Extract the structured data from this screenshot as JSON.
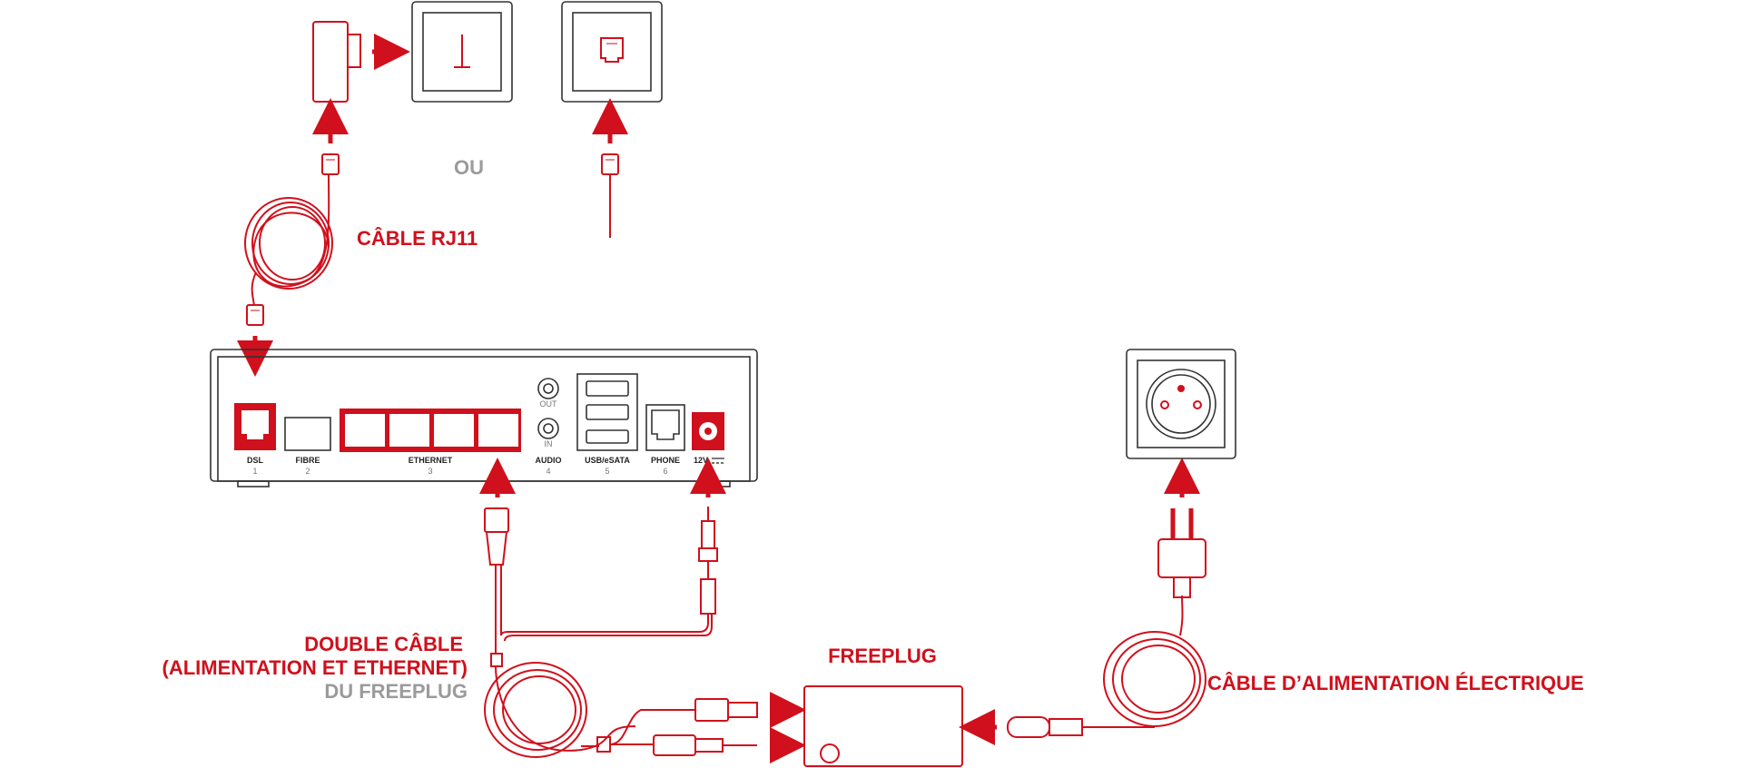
{
  "labels": {
    "cable_rj11": "CÂBLE RJ11",
    "ou": "OU",
    "freeplug": "FREEPLUG",
    "double_cable_line1": "DOUBLE CÂBLE",
    "double_cable_line2": "(ALIMENTATION ET ETHERNET)",
    "double_cable_line3": "DU FREEPLUG",
    "power_cable": "CÂBLE D’ALIMENTATION ÉLECTRIQUE"
  },
  "ports": [
    {
      "name": "DSL",
      "number": "1"
    },
    {
      "name": "FIBRE",
      "number": "2"
    },
    {
      "name": "ETHERNET",
      "number": "3"
    },
    {
      "name": "AUDIO",
      "number": "4"
    },
    {
      "name": "USB/eSATA",
      "number": "5"
    },
    {
      "name": "PHONE",
      "number": "6"
    },
    {
      "name": "12V",
      "number": ""
    }
  ],
  "audio_jacks": {
    "out": "OUT",
    "in": "IN"
  },
  "colors": {
    "accent": "#d0101c",
    "muted": "#9b9b9b",
    "outline": "#333333"
  }
}
